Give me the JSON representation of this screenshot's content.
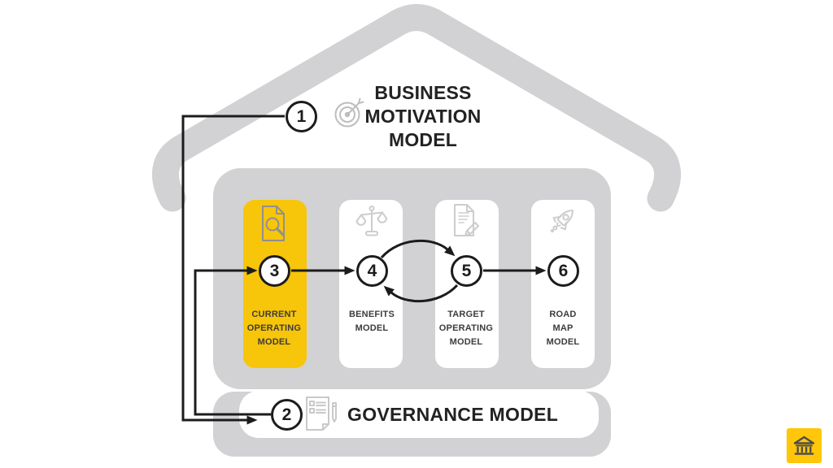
{
  "colors": {
    "highlight_yellow": "#F7C50A",
    "badge_yellow": "#FFC60A",
    "house_gray": "#D2D2D4",
    "line_dark": "#1C1C1C",
    "icon_light": "#CDCDCD",
    "icon_medium": "#909090",
    "target_icon_gray": "#BDBDBD",
    "badge_icon_dark": "#4D4D4D",
    "text_dark": "#222222"
  },
  "roof": {
    "step": "1",
    "title": "BUSINESS\nMOTIVATION\nMODEL",
    "icon": "target-icon"
  },
  "pillars": [
    {
      "step": "3",
      "label": "CURRENT\nOPERATING\nMODEL",
      "icon": "document-search-icon",
      "highlighted": true
    },
    {
      "step": "4",
      "label": "BENEFITS\nMODEL",
      "icon": "balance-scales-icon",
      "highlighted": false
    },
    {
      "step": "5",
      "label": "TARGET\nOPERATING\nMODEL",
      "icon": "document-edit-icon",
      "highlighted": false
    },
    {
      "step": "6",
      "label": "ROAD\nMAP\nMODEL",
      "icon": "rocket-icon",
      "highlighted": false
    }
  ],
  "governance": {
    "step": "2",
    "label": "GOVERNANCE MODEL",
    "icon": "checklist-pencil-icon"
  },
  "flows": [
    {
      "from": "1",
      "to": "2"
    },
    {
      "from": "2",
      "to": "3"
    },
    {
      "from": "3",
      "to": "4"
    },
    {
      "from": "4",
      "to": "5"
    },
    {
      "from": "5",
      "to": "4"
    },
    {
      "from": "5",
      "to": "6"
    }
  ],
  "corner_badge": {
    "icon": "bank-icon"
  }
}
